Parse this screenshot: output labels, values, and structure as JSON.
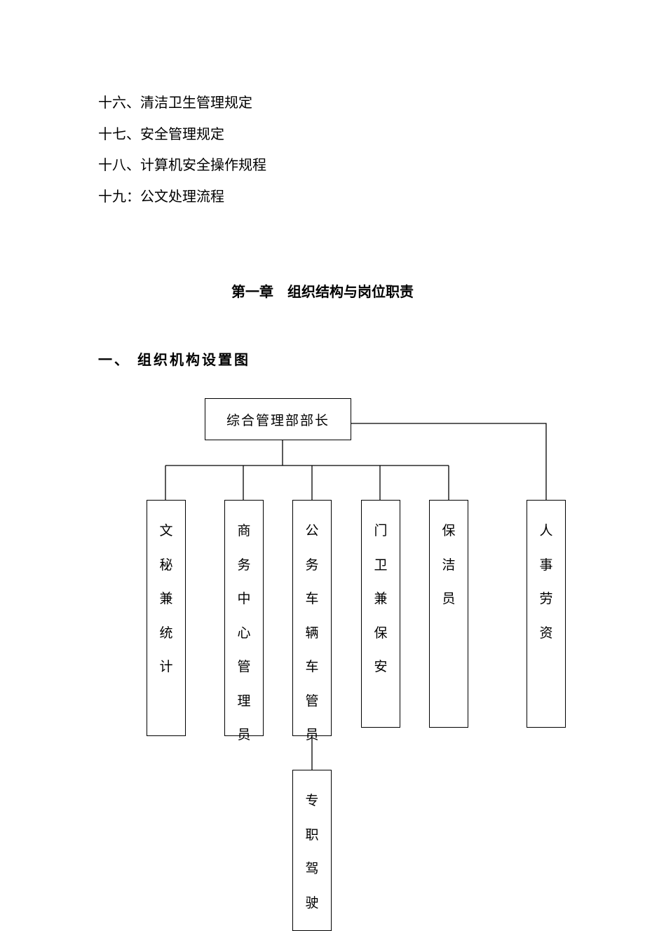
{
  "toc": [
    "十六、清洁卫生管理规定",
    "十七、安全管理规定",
    "十八、计算机安全操作规程",
    "十九：公文处理流程"
  ],
  "chapter_title": "第一章　组织结构与岗位职责",
  "section_title": "一、 组织机构设置图",
  "org_chart": {
    "head": "综合管理部部长",
    "units": [
      "文秘兼统计",
      "商务中心管理员",
      "公务车辆车管员",
      "门卫兼保安",
      "保洁员",
      "人事劳资"
    ],
    "sub_unit": "专职驾驶"
  }
}
